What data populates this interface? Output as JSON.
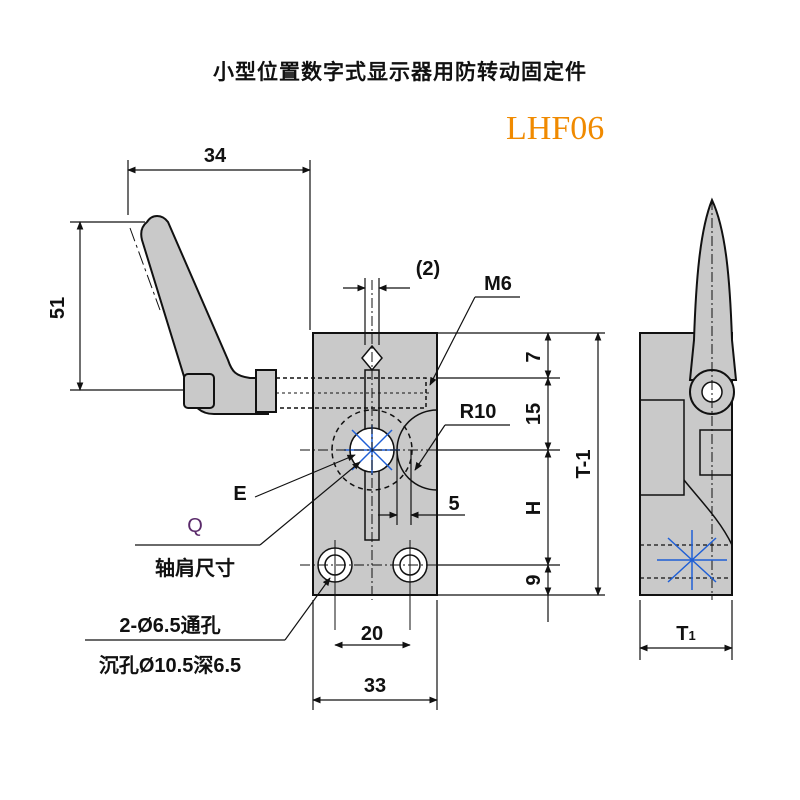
{
  "title": "小型位置数字式显示器用防转动固定件",
  "model": "LHF06",
  "colors": {
    "model": "#f08a00",
    "q_label": "#5a2a6a",
    "center_marks": "#1f5fd6",
    "part_fill": "#c9c9c9",
    "line": "#111111"
  },
  "labels": {
    "dim_34": "34",
    "dim_51": "51",
    "dim_2": "(2)",
    "thread": "M6",
    "dim_7": "7",
    "dim_15": "15",
    "radius": "R10",
    "dim_t1_height": "T-1",
    "e": "E",
    "dim_5": "5",
    "dim_h": "H",
    "q": "Q",
    "shaft_shoulder": "轴肩尺寸",
    "dim_9": "9",
    "holes": "2-Ø6.5通孔",
    "counterbore": "沉孔Ø10.5深6.5",
    "dim_20": "20",
    "dim_33": "33",
    "dim_t1_width": "T",
    "dim_t1_sub": "1"
  },
  "icons": {
    "center_mark": "compass-star-icon"
  }
}
